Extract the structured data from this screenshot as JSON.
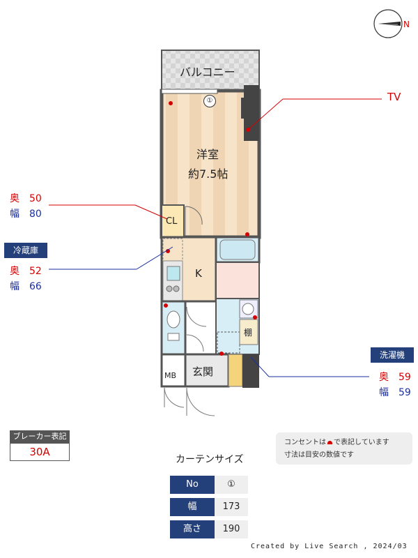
{
  "rooms": {
    "balcony": "バルコニー",
    "western_room": "洋室",
    "western_room_size": "約7.5帖",
    "closet": "CL",
    "kitchen": "K",
    "shelf": "棚",
    "entrance": "玄関",
    "meter_box": "MB",
    "window_no": "①"
  },
  "callouts": {
    "tv": "TV",
    "closet_depth_label": "奥",
    "closet_depth": "50",
    "closet_width_label": "幅",
    "closet_width": "80",
    "fridge_title": "冷蔵庫",
    "fridge_depth_label": "奥",
    "fridge_depth": "52",
    "fridge_width_label": "幅",
    "fridge_width": "66",
    "washer_title": "洗濯機",
    "washer_depth_label": "奥",
    "washer_depth": "59",
    "washer_width_label": "幅",
    "washer_width": "59"
  },
  "breaker": {
    "title": "ブレーカー表記",
    "value": "30A"
  },
  "notes": {
    "line1": "コンセントは",
    "line1_tail": "で表記しています",
    "line2": "寸法は目安の数値です"
  },
  "curtain": {
    "title": "カーテンサイズ",
    "headers": [
      "No",
      "幅",
      "高さ"
    ],
    "values": [
      "①",
      "173",
      "190"
    ]
  },
  "compass": {
    "label": "N"
  },
  "footer": "Created by Live Search , 2024/03",
  "colors": {
    "navy": "#23407a",
    "red": "#d40000",
    "blue": "#1a2fa0",
    "floor": "#f3dcc0",
    "wall": "#555555"
  }
}
